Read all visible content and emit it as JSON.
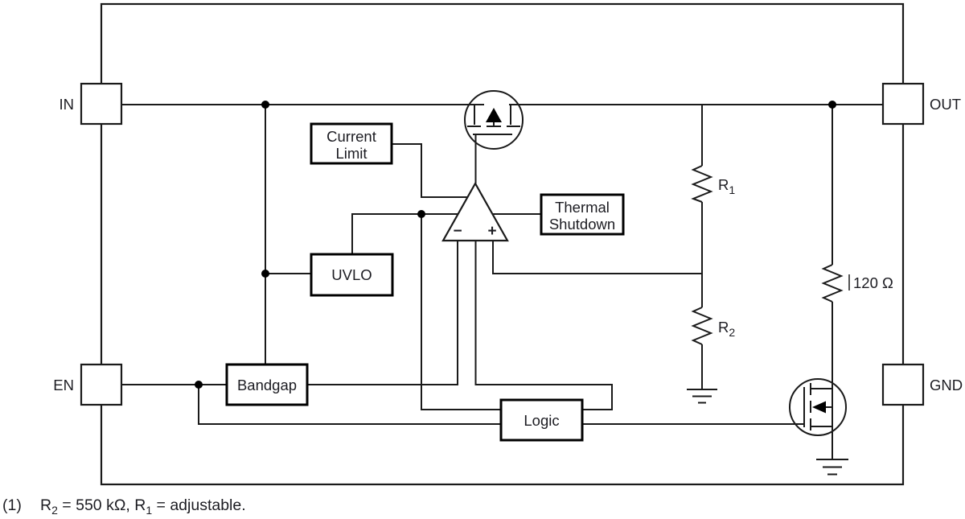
{
  "colors": {
    "line": "#1a1a1a",
    "text": "#1c1c22",
    "background": "#ffffff"
  },
  "pins": {
    "in": "IN",
    "out": "OUT",
    "en": "EN",
    "gnd": "GND"
  },
  "blocks": {
    "current_limit": {
      "line1": "Current",
      "line2": "Limit"
    },
    "uvlo": {
      "label": "UVLO"
    },
    "thermal_shutdown": {
      "line1": "Thermal",
      "line2": "Shutdown"
    },
    "bandgap": {
      "label": "Bandgap"
    },
    "logic": {
      "label": "Logic"
    }
  },
  "amplifier": {
    "minus": "−",
    "plus": "+"
  },
  "resistors": {
    "r1": {
      "base": "R",
      "sub": "1"
    },
    "r2": {
      "base": "R",
      "sub": "2"
    },
    "r_out": "120 Ω"
  },
  "footnote": {
    "marker": "(1)",
    "p1": "R",
    "s1": "2",
    "p2": " = 550 kΩ, R",
    "s2": "1",
    "p3": " = adjustable."
  }
}
